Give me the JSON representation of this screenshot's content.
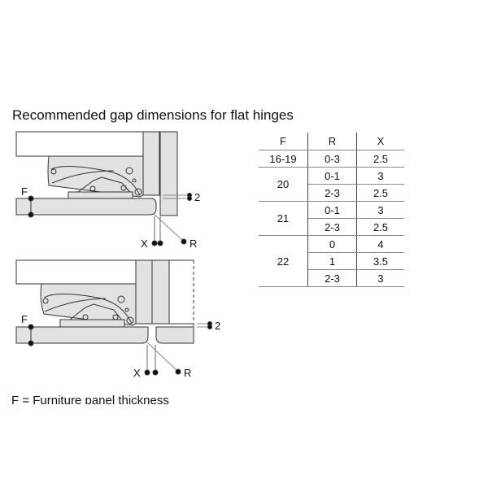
{
  "title": "Recommended gap dimensions for flat hinges",
  "diagram_labels": {
    "f": "F",
    "x": "X",
    "r": "R",
    "gap": "2"
  },
  "footnote": "F = Furniture panel thickness",
  "table": {
    "headers": [
      "F",
      "R",
      "X"
    ],
    "groups": [
      {
        "f": "16-19",
        "rows": [
          {
            "r": "0-3",
            "x": "2.5"
          }
        ]
      },
      {
        "f": "20",
        "rows": [
          {
            "r": "0-1",
            "x": "3"
          },
          {
            "r": "2-3",
            "x": "2.5"
          }
        ]
      },
      {
        "f": "21",
        "rows": [
          {
            "r": "0-1",
            "x": "3"
          },
          {
            "r": "2-3",
            "x": "2.5"
          }
        ]
      },
      {
        "f": "22",
        "rows": [
          {
            "r": "0",
            "x": "4"
          },
          {
            "r": "1",
            "x": "3.5"
          },
          {
            "r": "2-3",
            "x": "3"
          }
        ]
      }
    ]
  },
  "colors": {
    "panel_fill": "#e2e2e2",
    "line": "#333333"
  }
}
